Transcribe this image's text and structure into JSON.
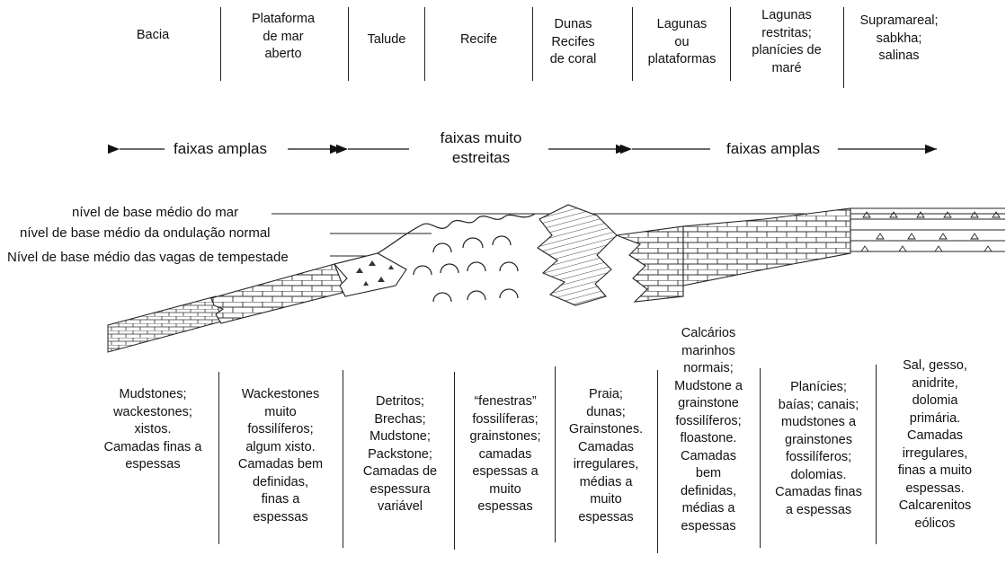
{
  "zones": [
    "Bacia",
    "Plataforma\nde mar\naberto",
    "Talude",
    "Recife",
    "Dunas\nRecifes\nde coral",
    "Lagunas\nou\nplataformas",
    "Lagunas\nrestritas;\nplanícies de\nmaré",
    "Supramareal;\nsabkha;\nsalinas"
  ],
  "bands": {
    "left": "faixas amplas",
    "middle": "faixas muito\nestreitas",
    "right": "faixas amplas"
  },
  "levels": {
    "sea": "nível de base médio do mar",
    "wave": "nível de base médio da ondulação normal",
    "storm": "Nível de base médio das vagas de tempestade"
  },
  "descriptions": [
    "Mudstones;\nwackestones;\nxistos.\nCamadas finas a\nespessas",
    "Wackestones\nmuito\nfossilíferos;\nalgum xisto.\nCamadas bem\ndefinidas,\nfinas a\nespessas",
    "Detritos;\nBrechas;\nMudstone;\nPackstone;\nCamadas de\nespessura\nvariável",
    "“fenestras”\nfossilíferas;\ngrainstones;\ncamadas\nespessas a\nmuito\nespessas",
    "Praia;\ndunas;\nGrainstones.\nCamadas\nirregulares,\nmédias a\nmuito\nespessas",
    "Calcários\nmarinhos\nnormais;\nMudstone a\ngrainstone\nfossilíferos;\nfloastone.\nCamadas\nbem\ndefinidas,\nmédias a\nespessas",
    "Planícies;\nbaías; canais;\nmudstones a\ngrainstones\nfossilíferos;\ndolomias.\nCamadas finas\na espessas",
    "Sal, gesso,\nanidrite,\ndolomia\nprimária.\nCamadas\nirregulares,\nfinas a muito\nespessas.\nCalcarenitos\neólicos"
  ]
}
